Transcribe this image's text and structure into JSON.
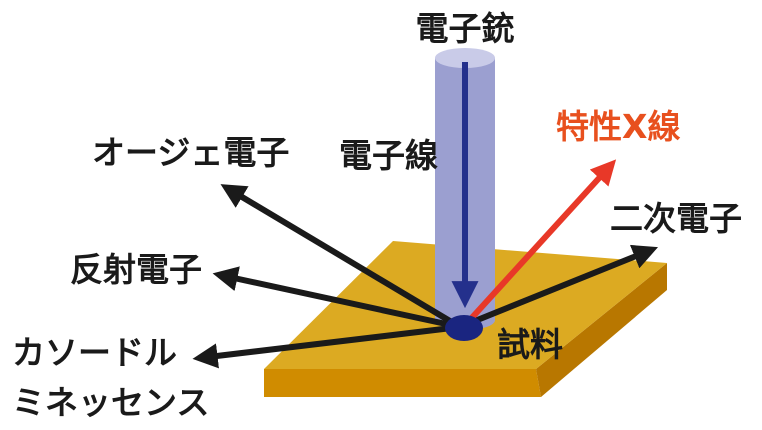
{
  "labels": {
    "electron_gun": "電子銃",
    "electron_beam": "電子線",
    "characteristic_xray": "特性X線",
    "auger_electron": "オージェ電子",
    "secondary_electron": "二次電子",
    "backscattered_electron": "反射電子",
    "cathodoluminescence_line1": "カソードル",
    "cathodoluminescence_line2": "ミネッセンス",
    "sample": "試料"
  },
  "colors": {
    "sample_top": "#dcaa22",
    "sample_front": "#d08c00",
    "sample_side": "#b87700",
    "gun_body": "#9b9fd0",
    "gun_top": "#c9cbe8",
    "beam_arrow": "#24308c",
    "spot": "#1a2580",
    "xray_arrow": "#e83828",
    "xray_label": "#e8501e",
    "signal_arrows": "#1a1a1a",
    "text": "#1a1a1a"
  }
}
